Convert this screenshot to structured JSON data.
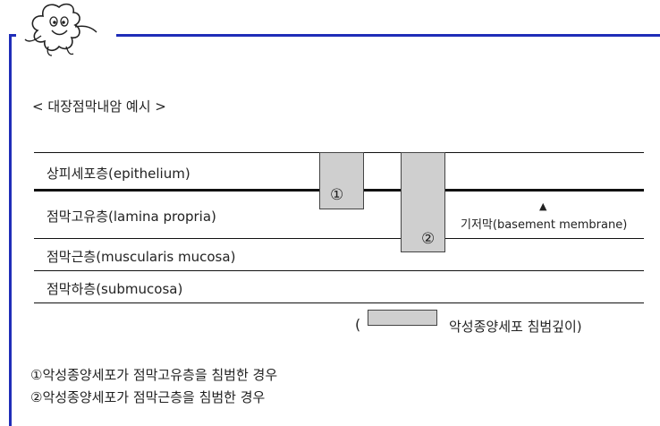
{
  "heading": "< 대장점막내암 예시 >",
  "layers": [
    "상피세포층(epithelium)",
    "점막고유층(lamina propria)",
    "점막근층(muscularis mucosa)",
    "점막하층(submucosa)"
  ],
  "markers": [
    "①",
    "②"
  ],
  "basement_arrow": "▲",
  "basement_label": "기저막(basement membrane)",
  "legend": {
    "open_paren": "(",
    "text": "악성종양세포 침범깊이)"
  },
  "notes": [
    "①악성종양세포가 점막고유층을 침범한 경우",
    "②악성종양세포가 점막근층을 침범한 경우"
  ],
  "colors": {
    "frame": "#1f2db8",
    "invasion_box": "#cfcfcf"
  },
  "mascot_icon": "cartoon-mascot-icon"
}
